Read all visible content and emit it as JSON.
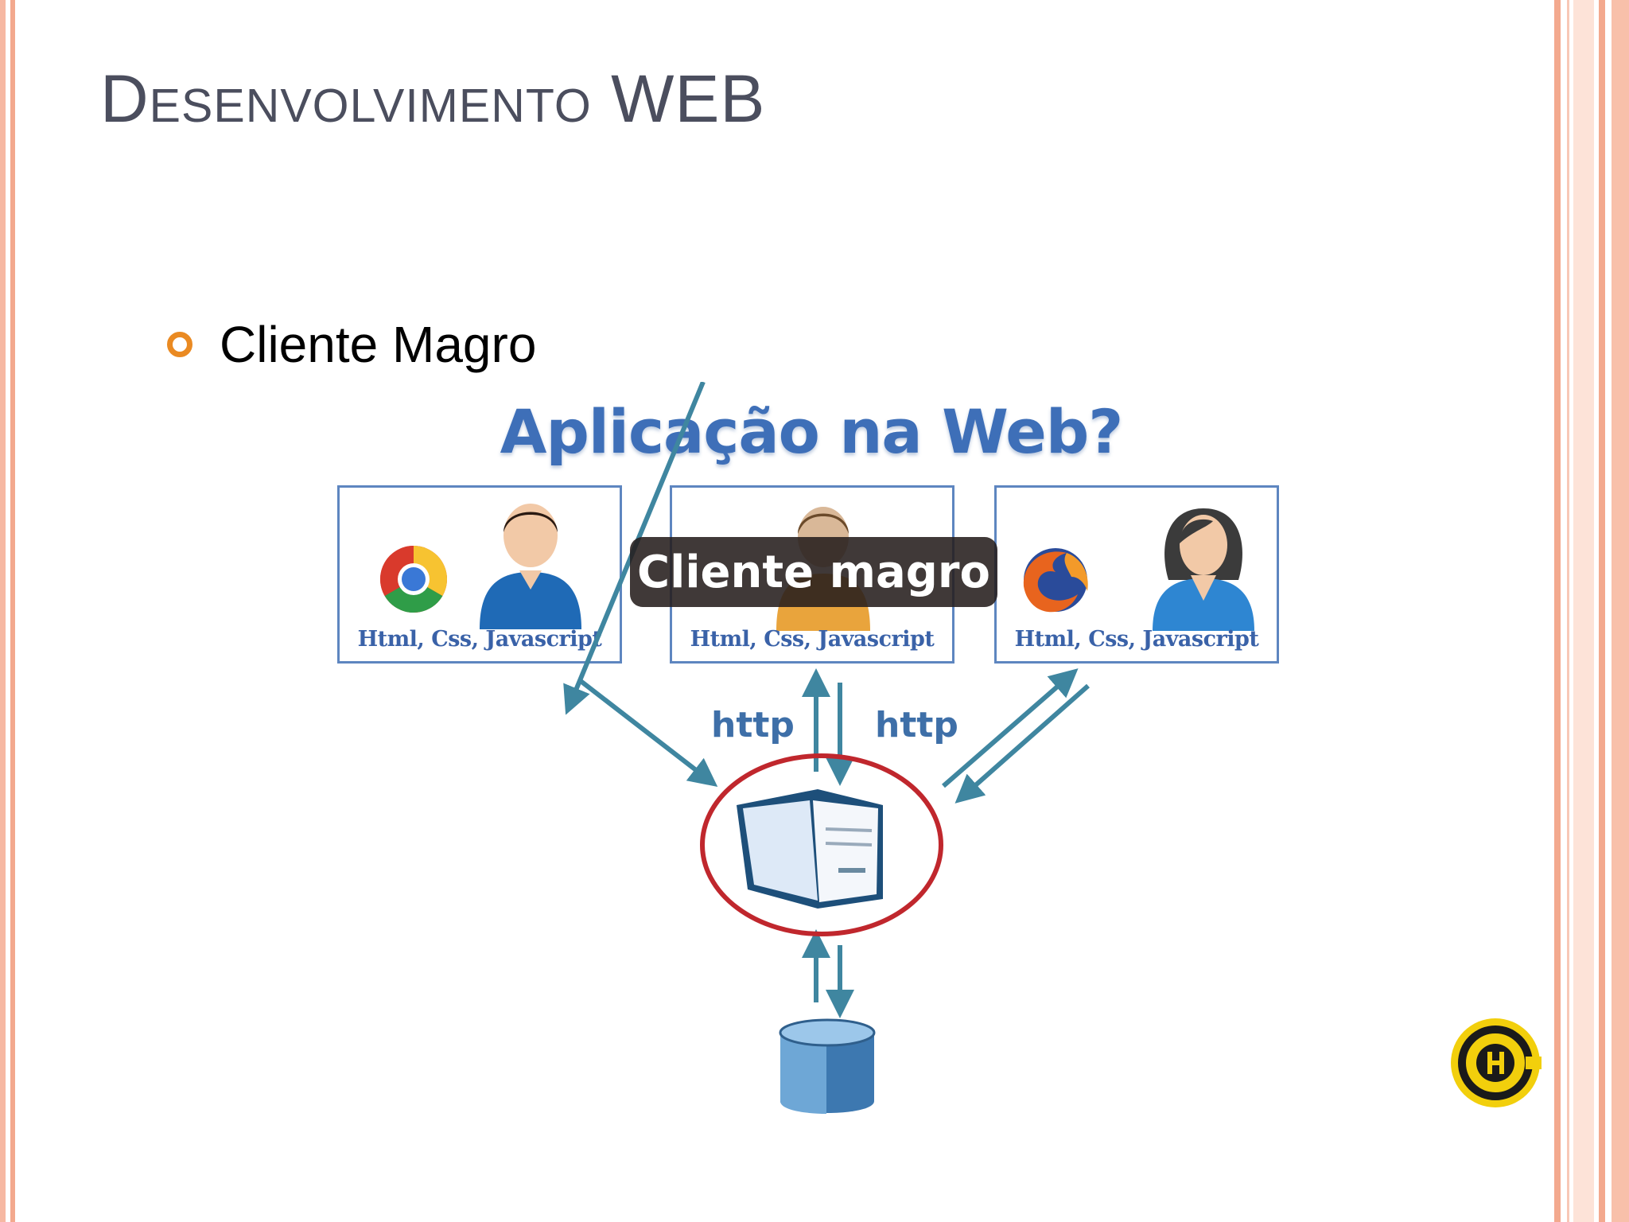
{
  "slide": {
    "title": "Desenvolvimento WEB",
    "bullet": "Cliente Magro"
  },
  "diagram": {
    "title": "Aplicação na Web?",
    "clients": [
      {
        "label": "Html, Css, Javascript",
        "browser_icon": "chrome-icon",
        "user_icon": "male-user-icon"
      },
      {
        "label": "Html, Css, Javascript",
        "browser_icon": "browser-icon",
        "user_icon": "user-icon"
      },
      {
        "label": "Html, Css, Javascript",
        "browser_icon": "firefox-icon",
        "user_icon": "female-user-icon"
      }
    ],
    "protocol_labels": [
      "http",
      "http"
    ],
    "overlay": "Cliente magro",
    "server_icon": "server-icon",
    "database_icon": "database-icon"
  },
  "colors": {
    "border_accent": "#f3a98e",
    "bullet": "#ea8a22",
    "title_text": "#4b4e5e",
    "diagram_blue": "#3e6fb8",
    "arrow_teal": "#3f86a0",
    "server_ring": "#c0272d"
  }
}
